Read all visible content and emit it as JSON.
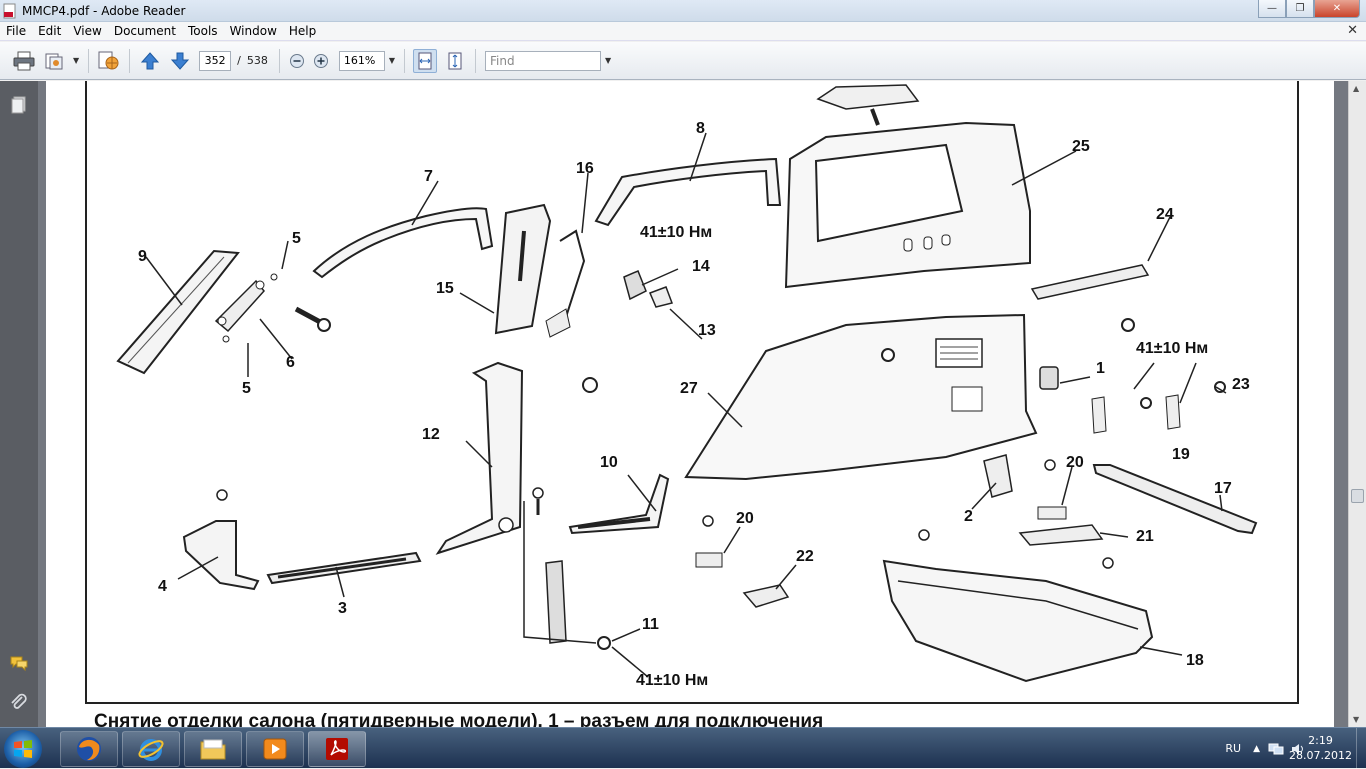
{
  "window": {
    "title": "MMCP4.pdf - Adobe Reader",
    "minimize_label": "—",
    "maximize_label": "❐",
    "close_label": "✕"
  },
  "menu": {
    "items": [
      "File",
      "Edit",
      "View",
      "Document",
      "Tools",
      "Window",
      "Help"
    ],
    "close_label": "✕"
  },
  "toolbar": {
    "page_current": "352",
    "page_separator": "/",
    "page_total": "538",
    "zoom": "161%",
    "find_placeholder": "Find"
  },
  "diagram": {
    "callouts": [
      "9",
      "5",
      "5",
      "6",
      "7",
      "15",
      "16",
      "8",
      "41±10 Нм",
      "14",
      "13",
      "25",
      "24",
      "41±10 Нм",
      "1",
      "23",
      "27",
      "19",
      "12",
      "10",
      "4",
      "3",
      "20",
      "20",
      "2",
      "17",
      "21",
      "22",
      "11",
      "41±10 Нм",
      "18"
    ],
    "caption": "Снятие отделки салона (пятидверные модели). 1 – разъем для подключения"
  },
  "taskbar": {
    "language": "RU",
    "time": "2:19",
    "date": "28.07.2012"
  }
}
